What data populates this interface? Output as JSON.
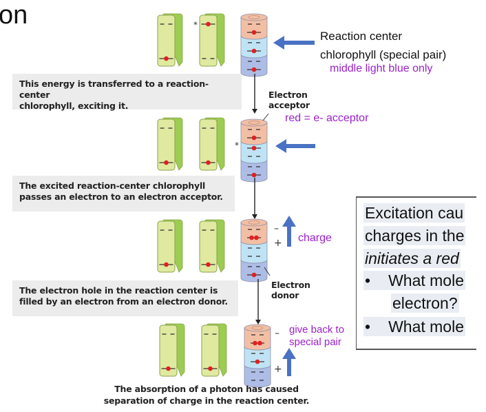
{
  "slide": {
    "title_fragment": "on"
  },
  "diagram": {
    "captions": [
      "This energy is transferred to a reaction-center chlorophyll, exciting it.",
      "The excited reaction-center chlorophyll passes an electron to an electron acceptor.",
      "The electron hole in the reaction center is filled by an electron from an electron donor.",
      "The absorption of a photon has caused separation of charge in the reaction center."
    ],
    "captions_lines": [
      [
        "This energy is transferred to a reaction-center",
        "chlorophyll, exciting it."
      ],
      [
        "The excited reaction-center chlorophyll",
        "passes an electron to an electron acceptor."
      ],
      [
        "The electron hole in the reaction center is",
        "filled by an electron from an electron donor."
      ],
      [
        "The absorption of a photon has caused",
        "separation of charge in the reaction center."
      ]
    ],
    "labels": {
      "electron_acceptor": [
        "Electron",
        "acceptor"
      ],
      "electron_donor": [
        "Electron",
        "donor"
      ],
      "excited_marker": "*",
      "minus": "–",
      "plus": "+"
    }
  },
  "annotations": {
    "reaction_center_line1": "Reaction center",
    "reaction_center_line2": "chlorophyll (special pair)",
    "middle_light_blue": "middle light blue only",
    "red_acceptor": "red = e- acceptor",
    "charge": "charge",
    "give_back_line1": "give back to",
    "give_back_line2": "special pair"
  },
  "text_box": {
    "lines": [
      {
        "text": "Excitation cau",
        "italic": false
      },
      {
        "text": "charges in the",
        "italic": false
      },
      {
        "text": "initiates a red",
        "italic": true
      }
    ],
    "bullets": [
      {
        "bullet": "•",
        "lines": [
          "What mole",
          "electron?"
        ]
      },
      {
        "bullet": "•",
        "lines": [
          "What mole"
        ]
      }
    ]
  },
  "colors": {
    "annotation_purple": "#9b1fc9",
    "arrow_blue": "#4a72c4",
    "caption_bg": "#ececec",
    "antenna_green": "#dfe9a0",
    "antenna_green_side": "#9ccc52",
    "electron_red": "#e02020",
    "top_disc": "#f2bfa5",
    "middle_disc": "#bfe3f5",
    "bottom_disc": "#aebde6"
  }
}
